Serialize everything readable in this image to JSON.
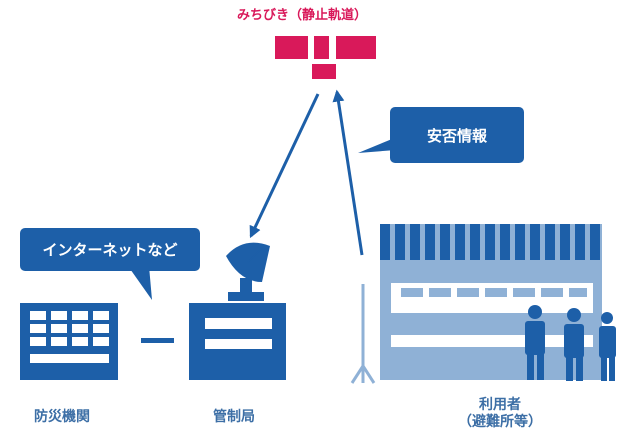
{
  "satellite": {
    "label": "みちびき（静止軌道）"
  },
  "bubbles": {
    "safety_info": "安否情報",
    "internet": "インターネットなど"
  },
  "nodes": {
    "disaster_agency": "防災機関",
    "control_station": "管制局",
    "users_line1": "利用者",
    "users_line2": "（避難所等）"
  },
  "colors": {
    "satellite": "#d9195a",
    "primary": "#1d5fa8",
    "light": "#8fb1d6",
    "text": "#3d6fa6"
  }
}
